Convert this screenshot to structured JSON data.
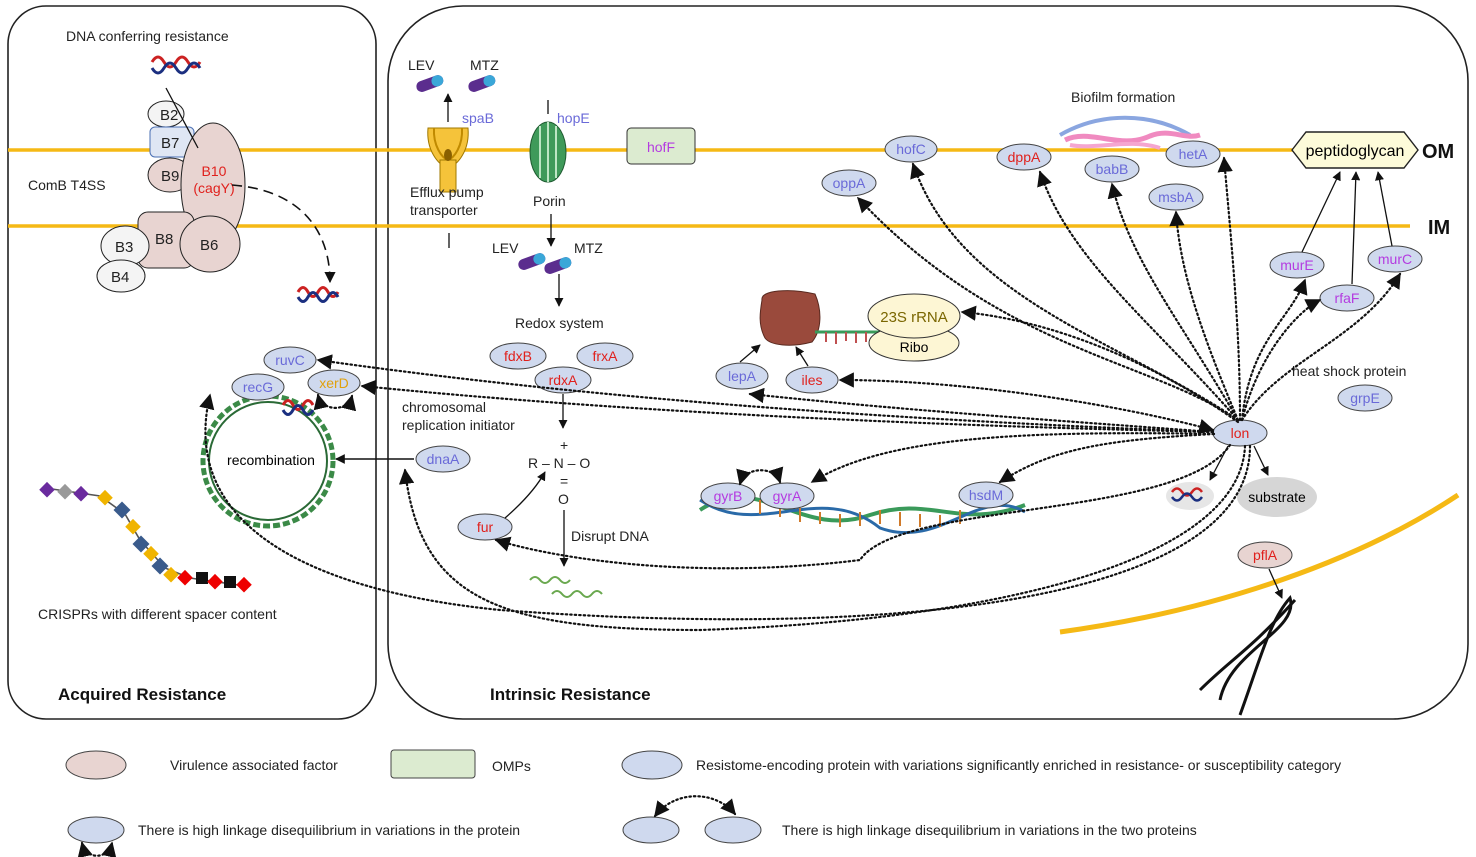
{
  "colors": {
    "membrane": "#f5b915",
    "virulence_fill": "#e8d4d1",
    "omp_fill": "#dcebd0",
    "protein_fill": "#cfd9ee",
    "red_label": "#e0211d",
    "purple_label": "#b43be0",
    "blue_label": "#6a6ad8",
    "orange_label": "#e0a10c",
    "black_label": "#111111"
  },
  "panels": {
    "acquired": "Acquired Resistance",
    "intrinsic": "Intrinsic Resistance"
  },
  "membranes": {
    "outer": "OM",
    "inner": "IM"
  },
  "acquired_panel": {
    "dna_label": "DNA conferring resistance",
    "system_label": "ComB T4SS",
    "subunits": {
      "b2": "B2",
      "b7": "B7",
      "b9": "B9",
      "b10": "B10",
      "b10_sub": "(cagY)",
      "b3": "B3",
      "b4": "B4",
      "b8": "B8",
      "b6": "B6"
    },
    "recombination": "recombination",
    "crispr": "CRISPRs with different spacer content"
  },
  "intrinsic_panel": {
    "drug1": "LEV",
    "drug2": "MTZ",
    "efflux_label_1": "Efflux pump",
    "efflux_label_2": "transporter",
    "porin": "Porin",
    "redox": "Redox system",
    "nitro_minus": "R – N – O",
    "nitro_plus": "+",
    "nitro_eq": "=",
    "nitro_o": "O",
    "disrupt": "Disrupt DNA",
    "chrom_1": "chromosomal",
    "chrom_2": "replication initiator",
    "biofilm": "Biofilm formation",
    "peptidoglycan": "peptidoglycan",
    "rrna": "23S rRNA",
    "ribo": "Ribo",
    "heat_shock": "heat shock protein",
    "substrate": "substrate"
  },
  "proteins": {
    "spaB": "spaB",
    "hopE": "hopE",
    "hofF": "hofF",
    "hofC": "hofC",
    "oppA": "oppA",
    "dppA": "dppA",
    "babB": "babB",
    "hetA": "hetA",
    "msbA": "msbA",
    "murE": "murE",
    "rfaF": "rfaF",
    "murC": "murC",
    "grpE": "grpE",
    "lon": "lon",
    "pflA": "pflA",
    "fdxB": "fdxB",
    "frxA": "frxA",
    "rdxA": "rdxA",
    "fur": "fur",
    "lepA": "lepA",
    "iles": "iles",
    "gyrB": "gyrB",
    "gyrA": "gyrA",
    "hsdM": "hsdM",
    "dnaA": "dnaA",
    "ruvC": "ruvC",
    "recG": "recG",
    "xerD": "xerD"
  },
  "legend": {
    "virulence": "Virulence associated factor",
    "omps": "OMPs",
    "resistome": "Resistome-encoding protein with variations significantly enriched in resistance- or susceptibility category",
    "ld_single": "There is high linkage disequilibrium in variations in  the protein",
    "ld_pair": "There is high linkage disequilibrium in variations in  the two proteins"
  }
}
